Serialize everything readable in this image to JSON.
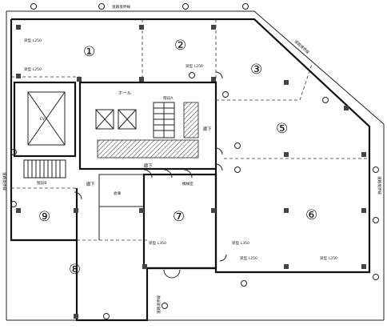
{
  "plan": {
    "road_labels": {
      "top": "道路境界線",
      "right": "道路境界線",
      "left": "道路境界線",
      "right_lower": "道路境界線",
      "bottom": "道路境界線"
    },
    "rooms": [
      {
        "id": "room-1",
        "number": "①"
      },
      {
        "id": "room-2",
        "number": "②"
      },
      {
        "id": "room-3",
        "number": "③"
      },
      {
        "id": "room-4",
        "number": "⑤"
      },
      {
        "id": "room-5",
        "number": "⑥"
      },
      {
        "id": "room-6",
        "number": "⑦"
      },
      {
        "id": "room-7",
        "number": "⑧"
      },
      {
        "id": "room-8",
        "number": "⑨"
      }
    ],
    "labels": {
      "hall": "ホール",
      "corridor_right": "廊下",
      "corridor_bottom": "廊下",
      "corridor_left": "廊下",
      "stairs_a": "階段A",
      "stairs_b": "階段B",
      "storage": "倉庫",
      "elevator": "EV",
      "mechanical": "機械室",
      "ceiling_1": "梁型 L250",
      "ceiling_2": "梁型 L250",
      "ceiling_3": "梁型 L250",
      "ceiling_4": "梁型 L350",
      "ceiling_5": "梁型 L350",
      "ceiling_6": "梁型 L250",
      "ceiling_7": "梁型 L250"
    }
  }
}
